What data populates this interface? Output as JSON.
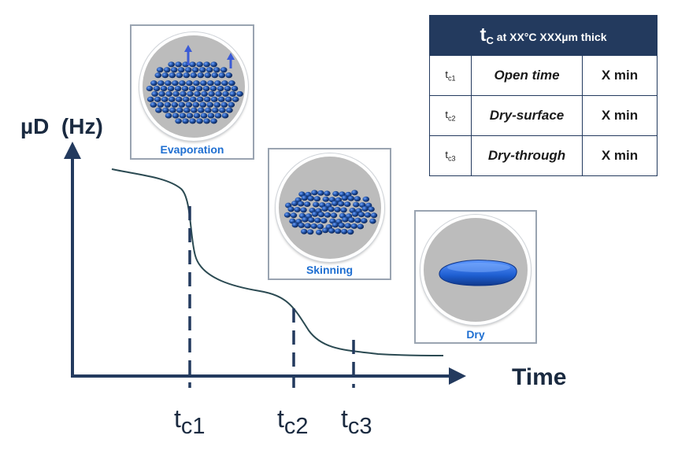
{
  "axes": {
    "y_label": "µD  (Hz)",
    "x_label": "Time"
  },
  "markers": [
    {
      "t": "t",
      "sub": "c1"
    },
    {
      "t": "t",
      "sub": "c2"
    },
    {
      "t": "t",
      "sub": "c3"
    }
  ],
  "stages": [
    {
      "label": "Evaporation"
    },
    {
      "label": "Skinning"
    },
    {
      "label": "Dry"
    }
  ],
  "table": {
    "title_t": "t",
    "title_sub": "C",
    "title_rest": " at XX°C XXXµm thick",
    "rows": [
      {
        "code": "t",
        "sub": "c1",
        "desc": "Open time",
        "value": "X min"
      },
      {
        "code": "t",
        "sub": "c2",
        "desc": "Dry-surface",
        "value": "X min"
      },
      {
        "code": "t",
        "sub": "c3",
        "desc": "Dry-through",
        "value": "X min"
      }
    ]
  },
  "colors": {
    "axis": "#233a5e",
    "curve": "#2b4a52",
    "table_header": "#233a5e",
    "stage_label": "#1f6fd1",
    "particles": "#1f4fa0"
  }
}
